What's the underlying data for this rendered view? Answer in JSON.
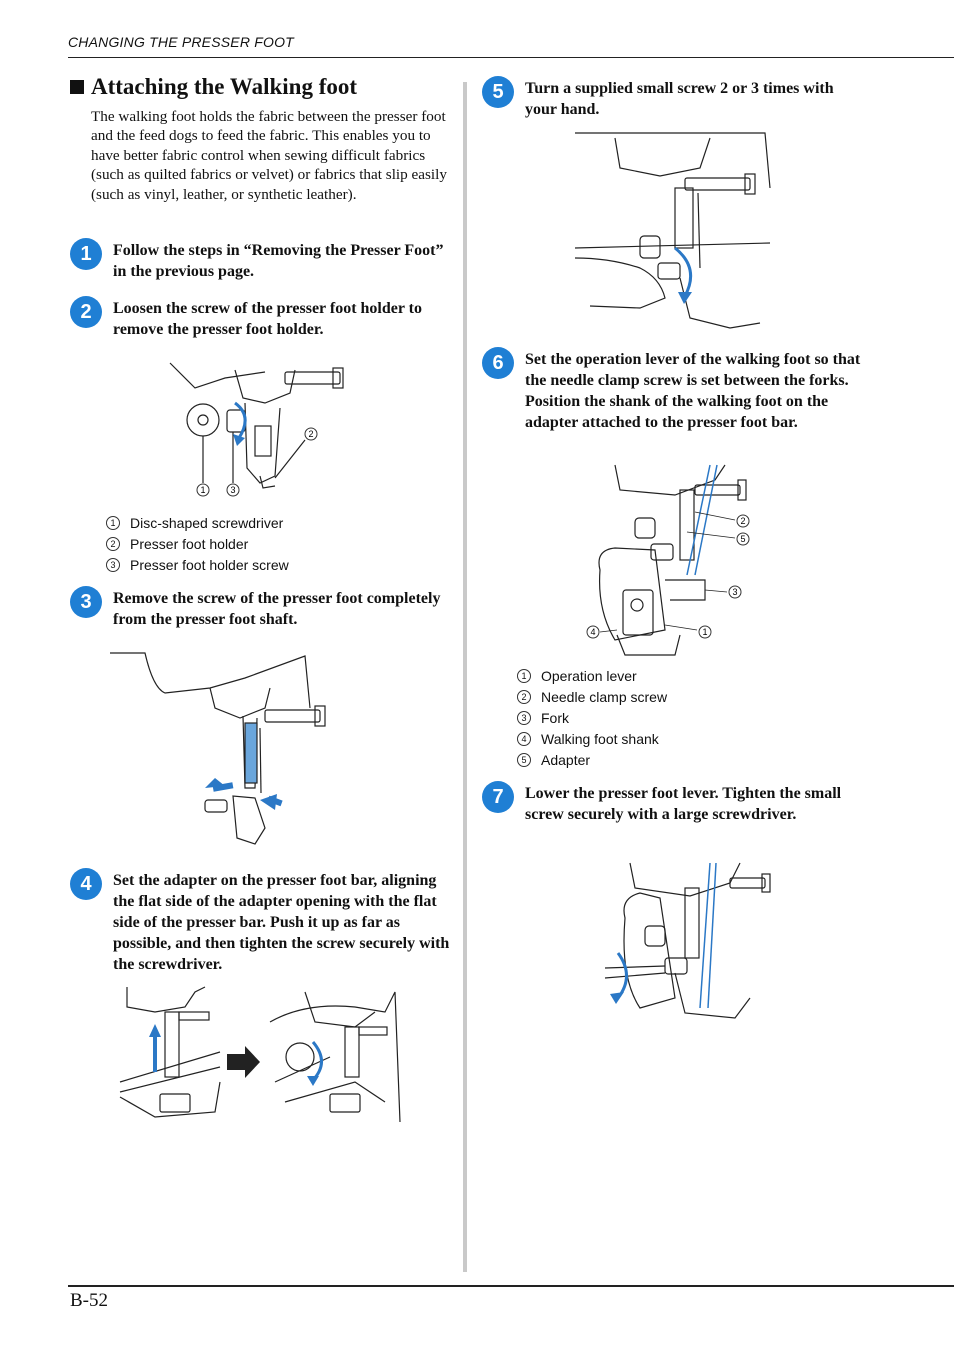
{
  "header": {
    "running_title": "CHANGING THE PRESSER FOOT"
  },
  "section": {
    "title": "Attaching the Walking foot",
    "intro": "The walking foot holds the fabric between the presser foot and the feed dogs to feed the fabric. This enables you to have better fabric control when sewing difficult fabrics (such as quilted fabrics or velvet) or fabrics that slip easily (such as vinyl, leather, or synthetic leather)."
  },
  "steps": [
    {
      "num": "1",
      "text": "Follow the steps in “Removing the Presser Foot” in the previous page."
    },
    {
      "num": "2",
      "text": "Loosen the screw of the presser foot holder to remove the presser foot holder."
    },
    {
      "num": "3",
      "text": "Remove the screw of the presser foot completely from the presser foot shaft."
    },
    {
      "num": "4",
      "text": "Set the adapter on the presser foot bar, aligning the flat side of the adapter opening with the flat side of the presser bar. Push it up as far as possible, and then tighten the screw securely with the screwdriver."
    },
    {
      "num": "5",
      "text": "Turn a supplied small screw 2 or 3 times with your hand."
    },
    {
      "num": "6",
      "text": "Set the operation lever of the walking foot so that the needle clamp screw is set between the forks. Position the shank of the walking foot on the adapter attached to the presser foot bar."
    },
    {
      "num": "7",
      "text": "Lower the presser foot lever. Tighten the small screw securely with a large screwdriver."
    }
  ],
  "legend_step2": [
    {
      "num": "1",
      "label": "Disc-shaped screwdriver"
    },
    {
      "num": "2",
      "label": "Presser foot holder"
    },
    {
      "num": "3",
      "label": "Presser foot holder screw"
    }
  ],
  "legend_step6": [
    {
      "num": "1",
      "label": "Operation lever"
    },
    {
      "num": "2",
      "label": "Needle clamp screw"
    },
    {
      "num": "3",
      "label": "Fork"
    },
    {
      "num": "4",
      "label": "Walking foot shank"
    },
    {
      "num": "5",
      "label": "Adapter"
    }
  ],
  "footer": {
    "page_number": "B-52"
  },
  "colors": {
    "accent_blue": "#1f7fd4",
    "arrow_blue": "#2b78c6",
    "line": "#222222",
    "divider": "#c9c9c9"
  }
}
